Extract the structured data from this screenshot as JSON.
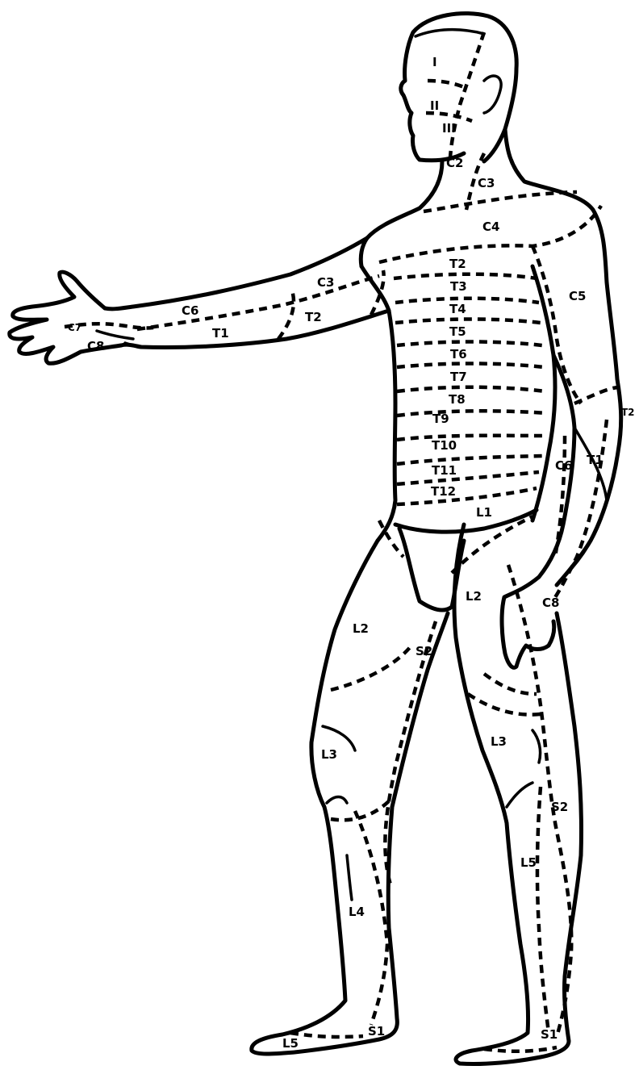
{
  "figure": {
    "subject": "dermatome-map",
    "labels": {
      "i": "I",
      "ii": "II",
      "iii": "III",
      "c2": "C2",
      "c3_neck": "C3",
      "c4": "C4",
      "c5": "C5",
      "c3_arm": "C3",
      "c6_arm": "C6",
      "c7_hand": "C7",
      "c8_hand": "C8",
      "t1_arm": "T1",
      "t2_arm": "T2",
      "t2_side": "T2",
      "t2": "T2",
      "t3": "T3",
      "t4": "T4",
      "t5": "T5",
      "t6": "T6",
      "t7": "T7",
      "t8": "T8",
      "t9": "T9",
      "t10": "T10",
      "t11": "T11",
      "t12": "T12",
      "l1": "L1",
      "c6_forearm": "C6",
      "t1_forearm": "T1",
      "c8_hand_right": "C8",
      "l2_left": "L2",
      "l2_right": "L2",
      "s2_left": "S2",
      "l3_left": "L3",
      "l3_right": "L3",
      "s2_right": "S2",
      "l4": "L4",
      "l5_leg": "L5",
      "l5_foot": "L5",
      "s1_left": "S1",
      "s1_right": "S1"
    }
  }
}
